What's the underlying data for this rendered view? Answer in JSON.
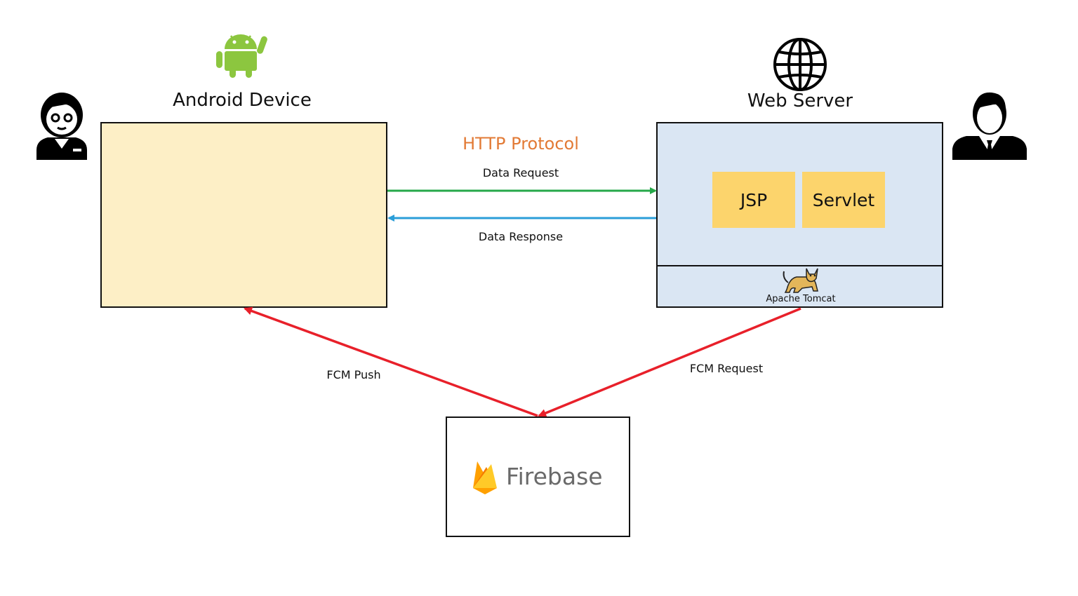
{
  "android": {
    "title": "Android Device",
    "icon": "android-robot-icon",
    "icon_color": "#8cc63f",
    "fill": "#fdefc6"
  },
  "server": {
    "title": "Web Server",
    "icon": "globe-icon",
    "fill": "#dae6f3",
    "components": [
      "JSP",
      "Servlet"
    ],
    "component_fill": "#fcd46c",
    "container": {
      "label": "Apache Tomcat",
      "icon": "tomcat-cat-icon"
    }
  },
  "protocol": {
    "label": "HTTP Protocol",
    "color": "#e27a35"
  },
  "arrows": {
    "request": {
      "label": "Data Request",
      "color": "#26a84a"
    },
    "response": {
      "label": "Data Response",
      "color": "#2b9ed8"
    },
    "fcm_push": {
      "label": "FCM Push",
      "color": "#e8202a"
    },
    "fcm_request": {
      "label": "FCM Request",
      "color": "#e8202a"
    }
  },
  "firebase": {
    "label": "Firebase",
    "icon": "firebase-flame-icon"
  },
  "actors": {
    "left": "user-icon",
    "right": "admin-businessman-icon"
  }
}
